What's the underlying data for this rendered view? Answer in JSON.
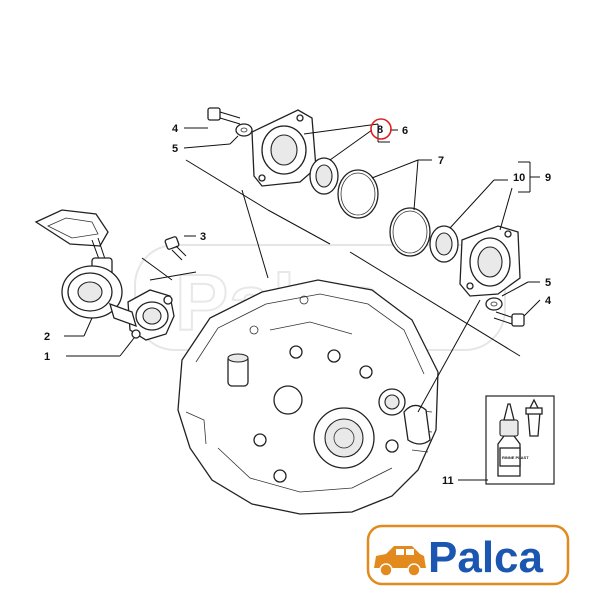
{
  "callouts": {
    "c1": "1",
    "c2": "2",
    "c3": "3",
    "c4a": "4",
    "c4b": "4",
    "c5a": "5",
    "c5b": "5",
    "c6": "6",
    "c7": "7",
    "c8": "8",
    "c9": "9",
    "c10": "10",
    "c11": "11"
  },
  "bottle_label": "RINNE PLAST",
  "watermark": "Palca",
  "logo": {
    "text": "Palca",
    "text_color": "#1b56b0",
    "accent_color": "#e38a1e",
    "highlight_color": "#e02020"
  },
  "icons": [
    "car-icon"
  ]
}
